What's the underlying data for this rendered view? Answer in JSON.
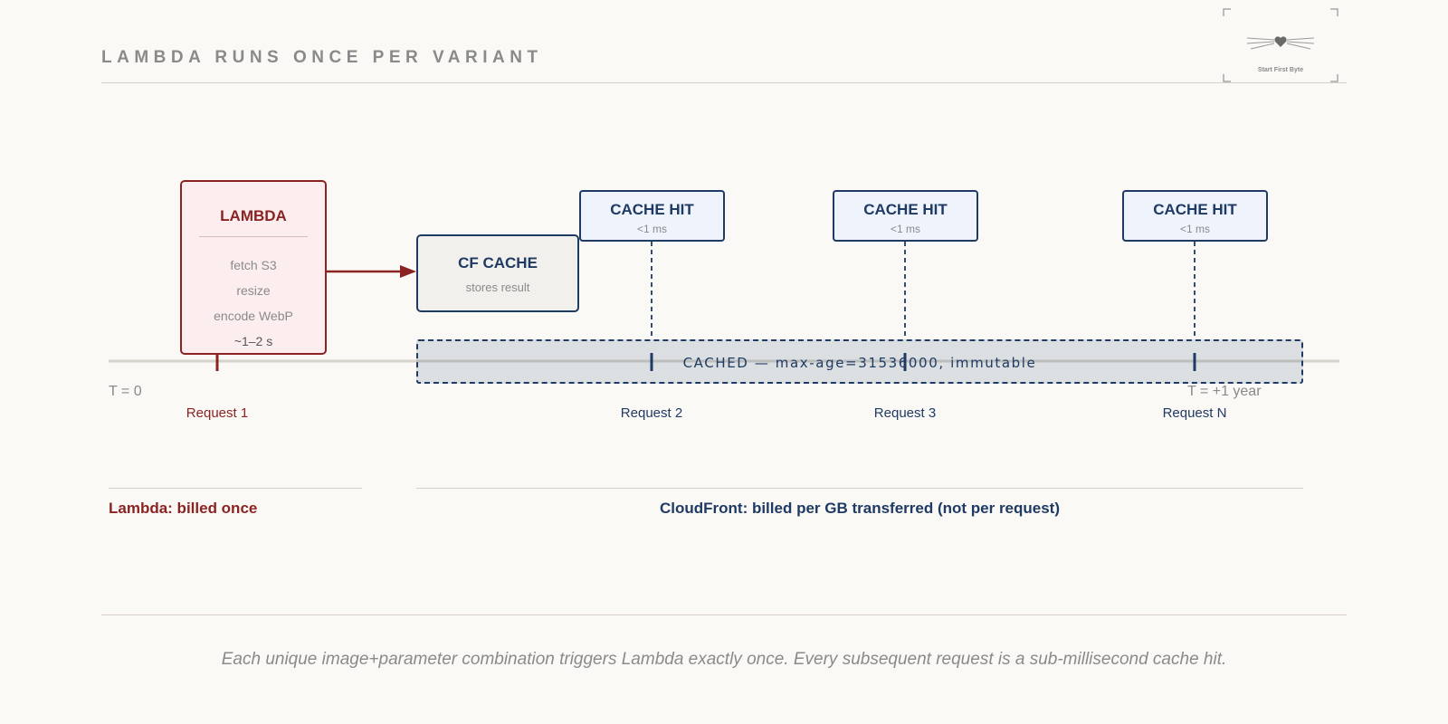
{
  "header": {
    "title": "LAMBDA RUNS ONCE PER VARIANT",
    "logo_text": "Start First Byte"
  },
  "lambda": {
    "title": "LAMBDA",
    "steps": [
      "fetch S3",
      "resize",
      "encode WebP"
    ],
    "duration": "~1–2 s"
  },
  "cf_cache": {
    "title": "CF CACHE",
    "subtitle": "stores result"
  },
  "cache_hits": [
    {
      "title": "CACHE HIT",
      "latency": "<1 ms"
    },
    {
      "title": "CACHE HIT",
      "latency": "<1 ms"
    },
    {
      "title": "CACHE HIT",
      "latency": "<1 ms"
    }
  ],
  "cached_band": {
    "label": "CACHED — max-age=31536000, immutable"
  },
  "timeline": {
    "start_label": "T = 0",
    "end_label": "T = +1 year",
    "requests": [
      "Request 1",
      "Request 2",
      "Request 3",
      "Request N"
    ]
  },
  "billing": {
    "lambda": "Lambda: billed once",
    "cloudfront": "CloudFront: billed per GB transferred (not per request)"
  },
  "footer": {
    "caption": "Each unique image+parameter combination triggers Lambda exactly once. Every subsequent request is a sub-millisecond cache hit."
  },
  "colors": {
    "lambda_red": "#8b2323",
    "cache_navy": "#1f3a63",
    "muted_gray": "#8a8a8a",
    "background": "#fbf9f6"
  }
}
